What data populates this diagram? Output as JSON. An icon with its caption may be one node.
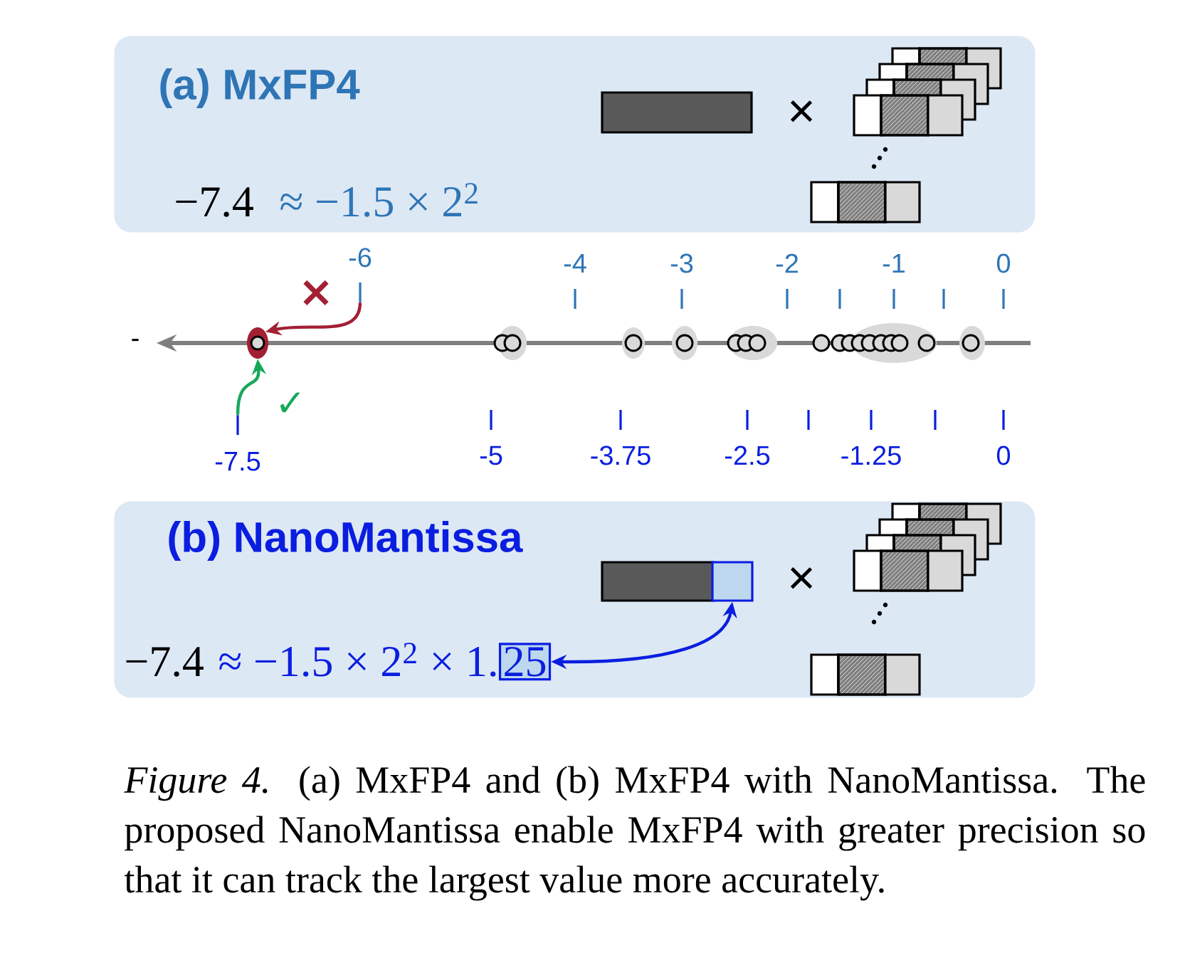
{
  "diagram": {
    "caption": "*Figure 4.* (a) MxFP4 and (b) MxFP4 with NanoMantissa. The proposed NanoMantissa enable MxFP4 with greater precision so that it can track the largest value more accurately.",
    "nodes": [
      {
        "text": [
          "(a) MxFP4",
          "−7.4",
          "≈ −1.5 × 2$^{2}$"
        ]
      },
      {
        "text": [
          "-6"
        ]
      },
      {
        "text": [],
        "shape": "circle"
      },
      {
        "text": [
          "-7.5"
        ]
      },
      {
        "text": [
          "(b) NanoMantissa",
          "−7.4",
          "≈ −1.5 × 2$^{2}$ × 1."
        ]
      },
      {
        "text": [],
        "shape": "box",
        "in": 4
      },
      {
        "text": [
          "25"
        ],
        "in": 4
      }
    ],
    "edges": [
      {
        "from": 1,
        "to": 2,
        "arrow": "to",
        "color": "#a31f34",
        "label": "×"
      },
      {
        "from": 3,
        "to": 2,
        "arrow": "to",
        "color": "#16a85a",
        "label": "✓"
      },
      {
        "from": 5,
        "to": 6,
        "arrow": "both",
        "color": "#0a1ee0"
      }
    ],
    "labels": [
      "×",
      "-4",
      "-3",
      "-2",
      "-1",
      "0",
      "-",
      "-5",
      "-3.75",
      "-2.5",
      "-1.25",
      "0",
      "×"
    ]
  }
}
